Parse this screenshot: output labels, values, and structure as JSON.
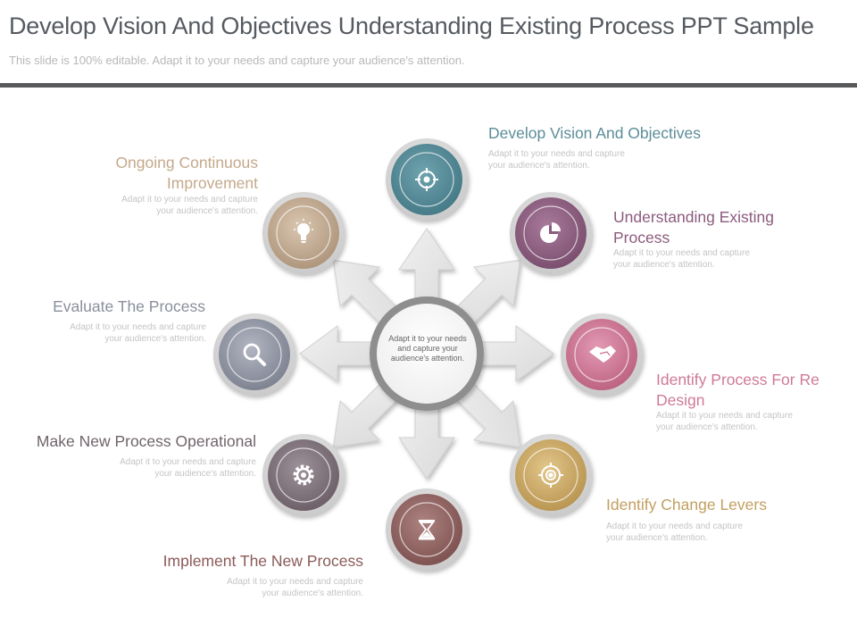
{
  "header": {
    "title": "Develop Vision And Objectives Understanding Existing Process PPT Sample",
    "subtitle": "This slide is 100% editable. Adapt it to your needs and capture your audience's attention."
  },
  "center": {
    "text": "Adapt it to your needs and capture your audience's attention."
  },
  "nodes": [
    {
      "title": "Develop Vision And Objectives",
      "desc_line1": "Adapt it to your needs and capture",
      "desc_line2": "your audience's attention.",
      "icon": "crosshair-icon",
      "color": "#4f8692"
    },
    {
      "title_line1": "Understanding Existing",
      "title_line2": "Process",
      "desc_line1": "Adapt it to your needs and capture",
      "desc_line2": "your audience's attention.",
      "icon": "pie-chart-icon",
      "color": "#8b5b7d"
    },
    {
      "title_line1": "Identify Process For Re",
      "title_line2": "Design",
      "desc_line1": "Adapt it to your needs and capture",
      "desc_line2": "your audience's attention.",
      "icon": "handshake-icon",
      "color": "#c86f8d"
    },
    {
      "title": "Identify Change Levers",
      "desc_line1": "Adapt it to your needs and capture",
      "desc_line2": "your audience's attention.",
      "icon": "target-icon",
      "color": "#c9a45e"
    },
    {
      "title": "Implement The New Process",
      "desc_line1": "Adapt it to your needs and capture",
      "desc_line2": "your audience's attention.",
      "icon": "hourglass-icon",
      "color": "#8c5f5d"
    },
    {
      "title": "Make New Process Operational",
      "desc_line1": "Adapt it to your needs and capture",
      "desc_line2": "your audience's attention.",
      "icon": "gear-icon",
      "color": "#7d6f77"
    },
    {
      "title": "Evaluate The Process",
      "desc_line1": "Adapt it to your needs and capture",
      "desc_line2": "your audience's attention.",
      "icon": "search-icon",
      "color": "#8d92a0"
    },
    {
      "title_line1": "Ongoing Continuous",
      "title_line2": "Improvement",
      "desc_line1": "Adapt it to your needs and capture",
      "desc_line2": "your audience's attention.",
      "icon": "lightbulb-icon",
      "color": "#c0a88e"
    }
  ]
}
